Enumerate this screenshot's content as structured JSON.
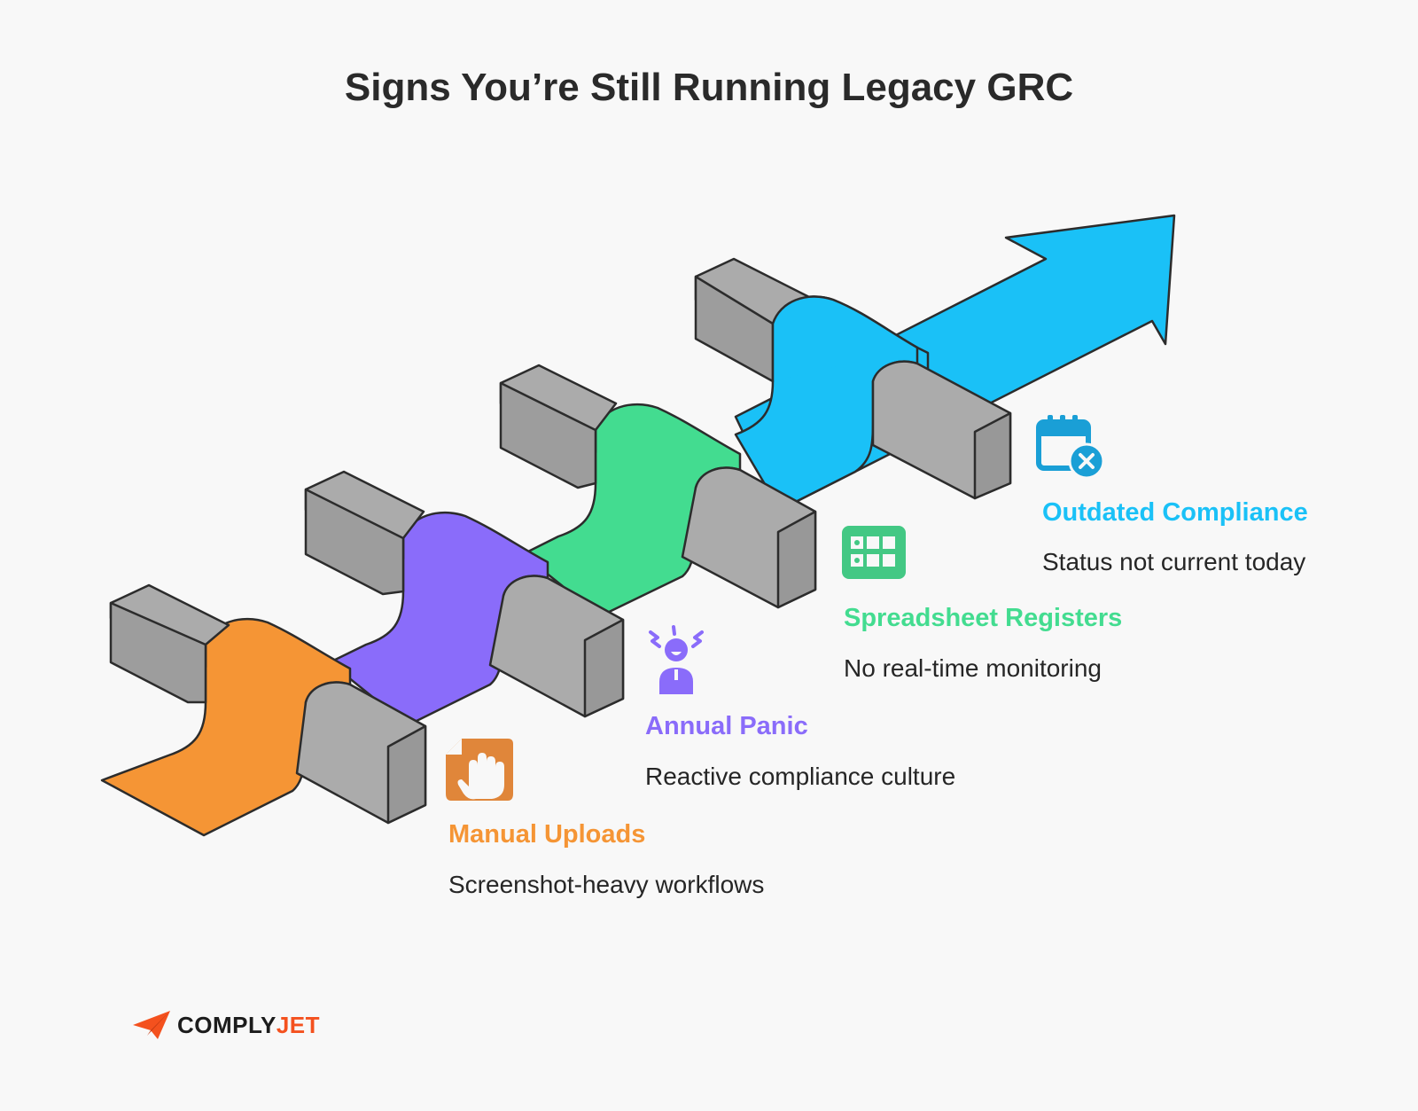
{
  "title": "Signs You’re Still Running Legacy GRC",
  "steps": [
    {
      "label": "Manual Uploads",
      "description": "Screenshot-heavy workflows",
      "color": "#f59535",
      "icon": "hand-document-icon"
    },
    {
      "label": "Annual Panic",
      "description": "Reactive compliance culture",
      "color": "#8a6cfa",
      "icon": "stressed-person-icon"
    },
    {
      "label": "Spreadsheet Registers",
      "description": "No real-time monitoring",
      "color": "#43dc90",
      "icon": "spreadsheet-grid-icon"
    },
    {
      "label": "Outdated Compliance",
      "description": "Status not current today",
      "color": "#1ac1f7",
      "icon": "calendar-cross-icon"
    }
  ],
  "logo": {
    "part1": "COMPLY",
    "part2": "JET",
    "accent": "#f4511e",
    "icon": "paper-plane-icon"
  }
}
